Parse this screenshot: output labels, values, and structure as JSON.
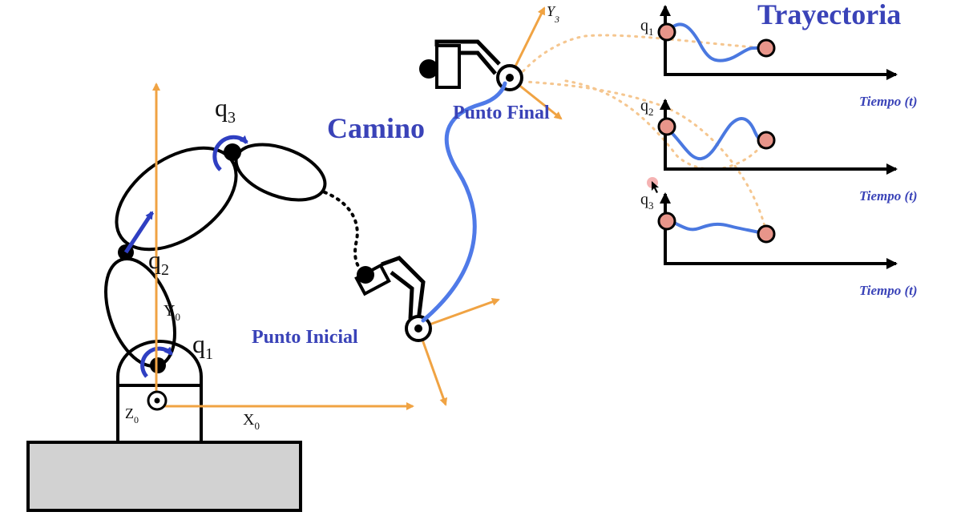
{
  "colors": {
    "orange": "#f0a343",
    "blue": "#3a43b8",
    "path_blue": "#4f7ae8",
    "curve_blue": "#4a78e0",
    "marker_fill": "#e8958a",
    "base_gray": "#d2d2d2"
  },
  "labels": {
    "title": "Trayectoria",
    "camino": "Camino",
    "punto_inicial": "Punto Inicial",
    "punto_final": "Punto Final",
    "y3": "Y",
    "y3_sub": "3",
    "x0": "X",
    "x0_sub": "0",
    "y0": "Y",
    "y0_sub": "0",
    "z0": "Z",
    "z0_sub": "0",
    "q1": "q",
    "q1_sub": "1",
    "q2": "q",
    "q2_sub": "2",
    "q3": "q",
    "q3_sub": "3"
  },
  "plots": [
    {
      "ylabel": "q",
      "ylabel_sub": "1",
      "xlabel_word": "Tiempo",
      "xlabel_var": "(t)"
    },
    {
      "ylabel": "q",
      "ylabel_sub": "2",
      "xlabel_word": "Tiempo",
      "xlabel_var": "(t)"
    },
    {
      "ylabel": "q",
      "ylabel_sub": "3",
      "xlabel_word": "Tiempo",
      "xlabel_var": "(t)"
    }
  ]
}
